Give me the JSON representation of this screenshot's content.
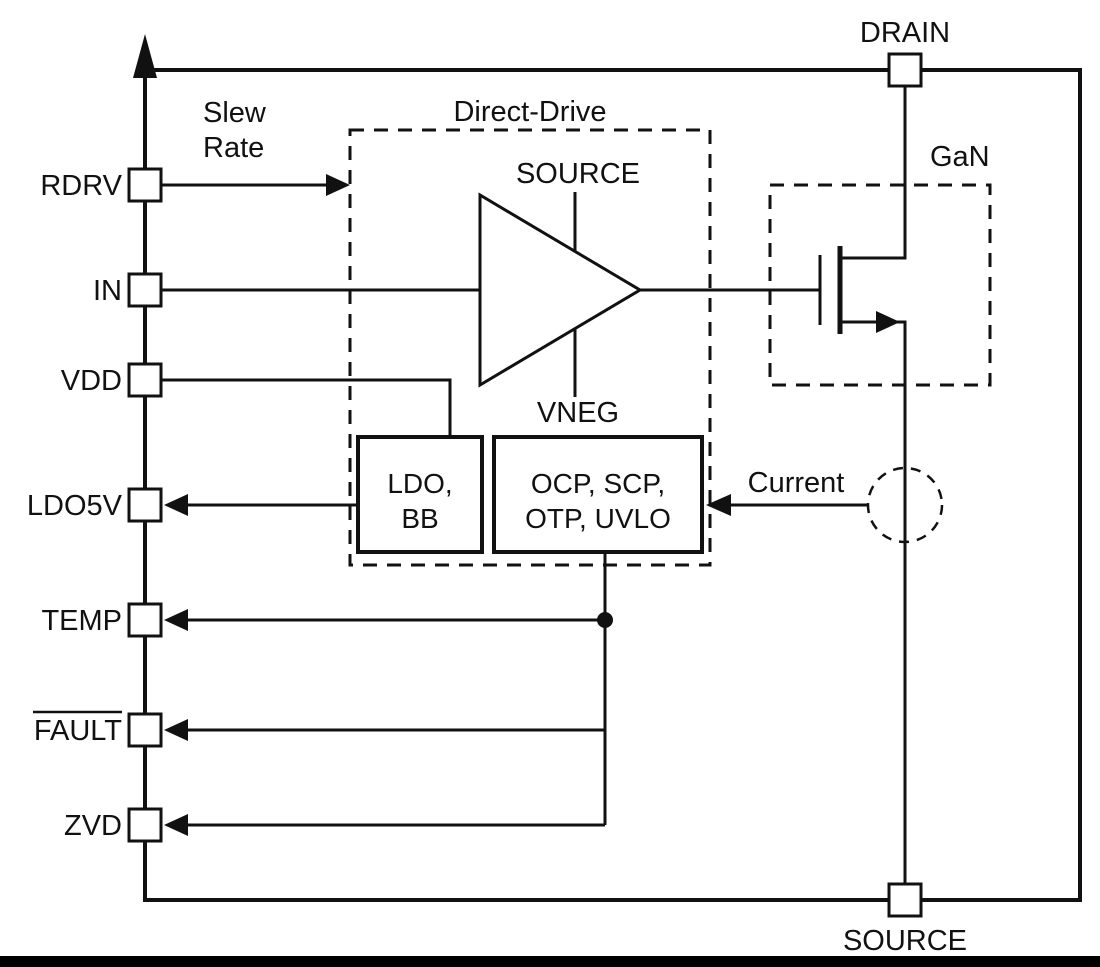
{
  "diagram": {
    "background": "#ffffff",
    "line_color": "#111111",
    "pins_left": [
      {
        "label": "RDRV"
      },
      {
        "label": "IN"
      },
      {
        "label": "VDD"
      },
      {
        "label": "LDO5V"
      },
      {
        "label": "TEMP"
      },
      {
        "label": "FAULT",
        "overline": true
      },
      {
        "label": "ZVD"
      }
    ],
    "pin_top": {
      "label": "DRAIN"
    },
    "pin_bottom": {
      "label": "SOURCE"
    },
    "blocks": {
      "direct_drive": {
        "label": "Direct-Drive"
      },
      "gan": {
        "label": "GaN"
      },
      "driver_amp": {
        "top_terminal": "SOURCE",
        "bottom_terminal": "VNEG"
      },
      "ldo": {
        "line1": "LDO,",
        "line2": "BB"
      },
      "protection": {
        "line1": "OCP, SCP,",
        "line2": "OTP, UVLO"
      }
    },
    "annotations": {
      "slew_line1": "Slew",
      "slew_line2": "Rate",
      "current": "Current"
    }
  }
}
